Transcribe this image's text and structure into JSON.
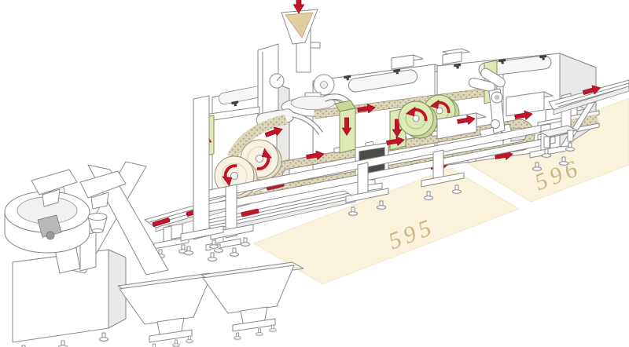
{
  "illustration": {
    "type": "isometric-technical-diagram",
    "subject": "packaging-machine-production-line",
    "floor_labels": [
      {
        "zone": "595"
      },
      {
        "zone": "596"
      }
    ],
    "colors": {
      "flow_arrow_red": "#c41429",
      "arrow_edge_dark_red": "#8c0f1f",
      "film_roll_green": "#dfe9b6",
      "film_roll_green_dark": "#c6d797",
      "green_edge": "#7d905e",
      "chain_tan": "#ddd6ba",
      "chain_dot": "#a79e7e",
      "granulate_tan": "#e0cda0",
      "floor_cream": "#faf3dc",
      "floor_label_gold": "#cdb584",
      "machine_outline": "#8a8a8a",
      "machine_fill": "#ffffff",
      "machine_top": "#f3f3f1",
      "machine_side": "#e9e9e7",
      "screen_dark": "#4a4a46"
    },
    "components": [
      "glue-hopper-funnel",
      "glue-applicator-unit",
      "infeed-bowl-feeder",
      "elevator-columns",
      "product-hoppers",
      "infeed-conveyor",
      "sealing-rolls",
      "film-rolls",
      "film-web-guides",
      "chain-conveyor",
      "control-monitor",
      "transfer-arm",
      "drive-blocks",
      "outfeed-conveyor",
      "flow-arrows",
      "floor-zones"
    ]
  }
}
